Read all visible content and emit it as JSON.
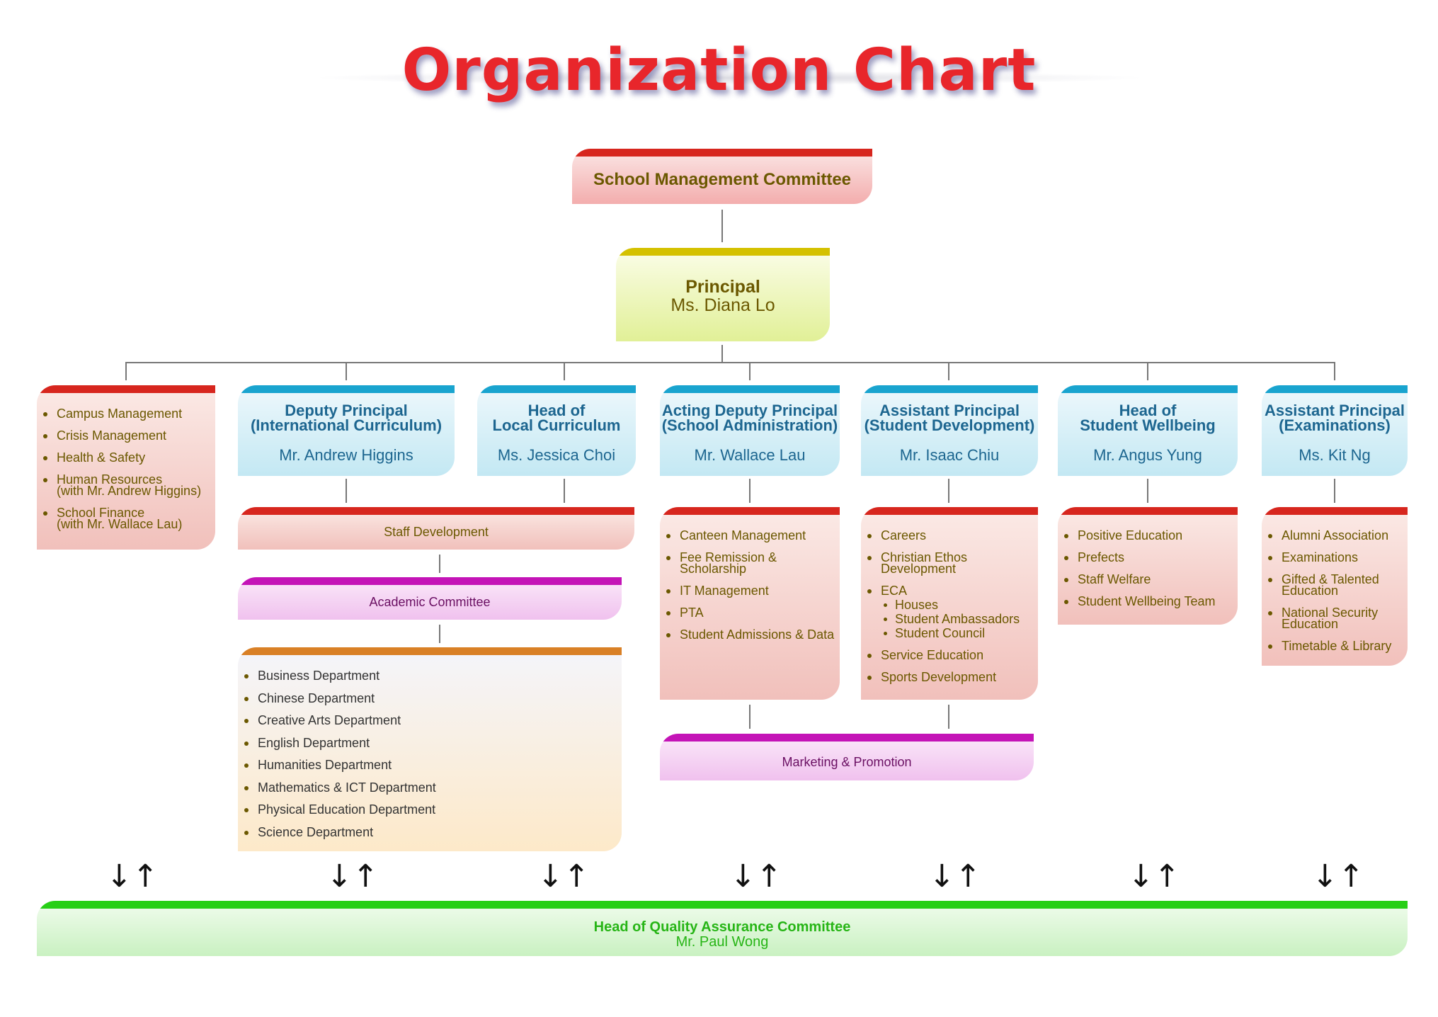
{
  "title": "Organization Chart",
  "smc": {
    "label": "School Management Committee"
  },
  "principal": {
    "title": "Principal",
    "name": "Ms. Diana Lo"
  },
  "left_list": [
    "Campus Management",
    "Crisis Management",
    "Health & Safety",
    "Human Resources",
    "(with Mr. Andrew Higgins)",
    "School Finance",
    "(with Mr. Wallace Lau)"
  ],
  "heads": [
    {
      "title1": "Deputy Principal",
      "title2": "(International Curriculum)",
      "name": "Mr. Andrew Higgins"
    },
    {
      "title1": "Head of",
      "title2": "Local Curriculum",
      "name": "Ms. Jessica Choi"
    },
    {
      "title1": "Acting Deputy Principal",
      "title2": "(School Administration)",
      "name": "Mr. Wallace Lau"
    },
    {
      "title1": "Assistant Principal",
      "title2": "(Student Development)",
      "name": "Mr. Isaac Chiu"
    },
    {
      "title1": "Head of",
      "title2": "Student Wellbeing",
      "name": "Mr. Angus Yung"
    },
    {
      "title1": "Assistant Principal",
      "title2": "(Examinations)",
      "name": "Ms. Kit Ng"
    }
  ],
  "staff_development": "Staff Development",
  "academic_committee": "Academic Committee",
  "departments": [
    "Business Department",
    "Chinese Department",
    "Creative Arts Department",
    "English Department",
    "Humanities Department",
    "Mathematics & ICT Department",
    "Physical Education Department",
    "Science Department"
  ],
  "admin_list": [
    "Canteen Management",
    "Fee Remission &",
    "Scholarship",
    "IT Management",
    "PTA",
    "Student Admissions & Data"
  ],
  "dev_list": [
    "Careers",
    "Christian Ethos",
    "Development",
    "ECA",
    "Houses",
    "Student Ambassadors",
    "Student Council",
    "Service Education",
    "Sports Development"
  ],
  "wellbeing_list": [
    "Positive Education",
    "Prefects",
    "Staff Welfare",
    "Student Wellbeing Team"
  ],
  "exam_list": [
    "Alumni Association",
    "Examinations",
    "Gifted & Talented",
    "Education",
    "National Security",
    "Education",
    "Timetable & Library"
  ],
  "marketing": "Marketing & Promotion",
  "arrows": "↓↑",
  "qa": {
    "title": "Head of Quality Assurance Committee",
    "name": "Mr. Paul Wong"
  },
  "colors": {
    "red": "#d7261e",
    "blue": "#19a4cf",
    "yellow": "#d4c100",
    "magenta": "#c414b7",
    "orange": "#d98026",
    "green": "#27cf16",
    "title": "#e8262b",
    "text_blue": "#1d6690",
    "text_olive": "#6b5800"
  }
}
